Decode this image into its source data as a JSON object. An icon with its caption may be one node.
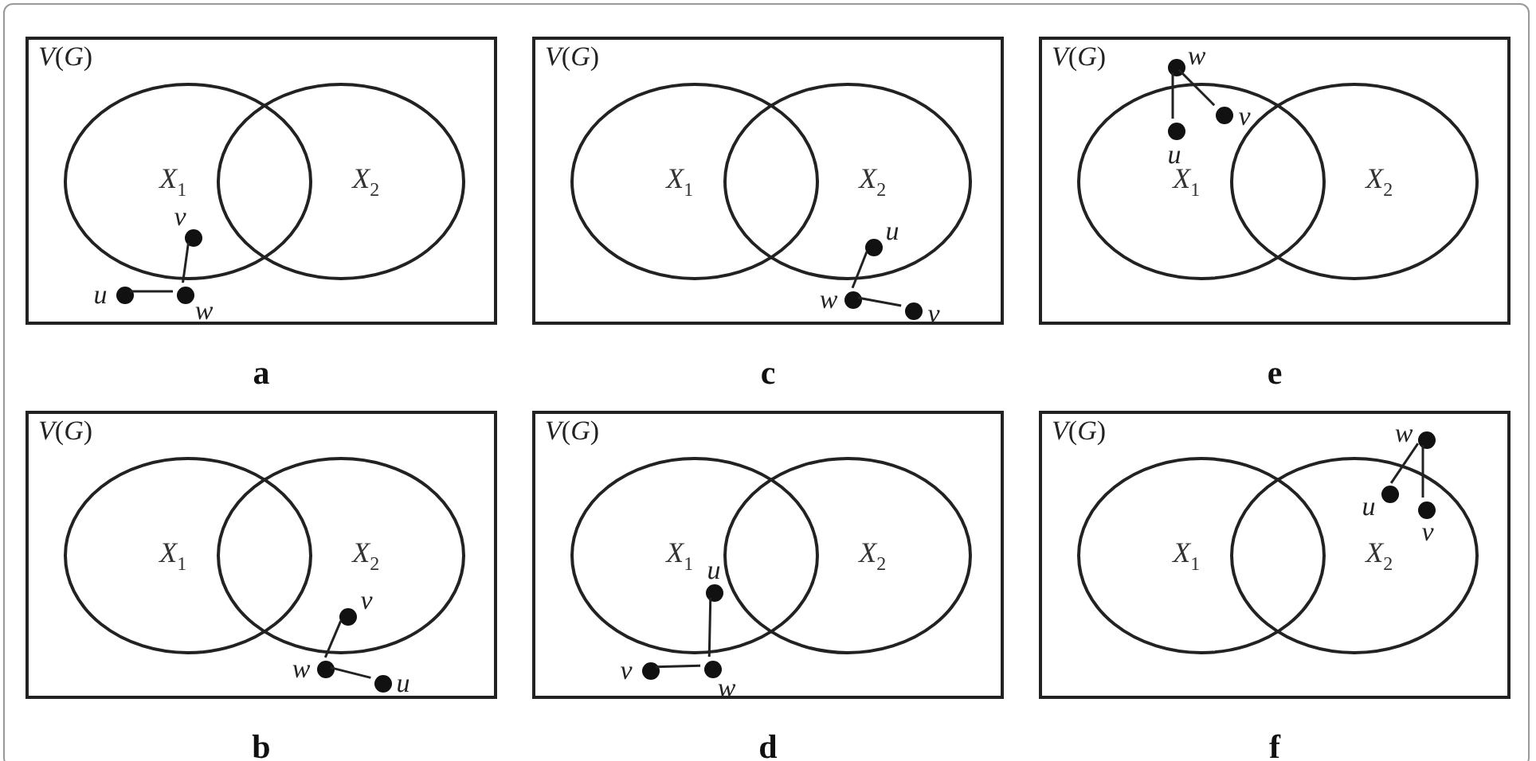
{
  "diagram": {
    "nodes": [
      {
        "text": [
          "*V*(*G*)"
        ],
        "beside": [
          "a"
        ]
      },
      {
        "text": [
          "*X*$_{1}$"
        ],
        "in": 0
      },
      {
        "text": [
          "*X*$_{2}$"
        ],
        "in": 0
      },
      {
        "text": [],
        "shape": "circle",
        "in": 1,
        "beside": [
          "v"
        ]
      },
      {
        "text": [],
        "shape": "circle",
        "in": 0,
        "beside": [
          "u"
        ]
      },
      {
        "text": [],
        "shape": "circle",
        "in": 0,
        "beside": [
          "w"
        ]
      },
      {
        "text": [
          "*V*(*G*)"
        ],
        "beside": [
          "c"
        ]
      },
      {
        "text": [
          "*X*$_{1}$"
        ],
        "in": 6
      },
      {
        "text": [
          "*X*$_{2}$"
        ],
        "in": 6
      },
      {
        "text": [],
        "shape": "circle",
        "in": 8,
        "beside": [
          "u"
        ]
      },
      {
        "text": [],
        "shape": "circle",
        "in": 6,
        "beside": [
          "w"
        ]
      },
      {
        "text": [],
        "shape": "circle",
        "in": 6,
        "beside": [
          "v"
        ]
      },
      {
        "text": [
          "*V*(*G*)"
        ],
        "beside": [
          "e"
        ]
      },
      {
        "text": [
          "*X*$_{1}$"
        ],
        "in": 12
      },
      {
        "text": [
          "*X*$_{2}$"
        ],
        "in": 12
      },
      {
        "text": [],
        "shape": "circle",
        "in": 12,
        "beside": [
          "w"
        ]
      },
      {
        "text": [],
        "shape": "circle",
        "in": 13,
        "beside": [
          "v"
        ]
      },
      {
        "text": [],
        "shape": "circle",
        "in": 13,
        "beside": [
          "u"
        ]
      },
      {
        "text": [
          "*V*(*G*)"
        ],
        "beside": [
          "b"
        ]
      },
      {
        "text": [
          "*X*$_{1}$"
        ],
        "in": 18
      },
      {
        "text": [
          "*X*$_{2}$"
        ],
        "in": 18
      },
      {
        "text": [],
        "shape": "circle",
        "in": 20,
        "beside": [
          "v"
        ]
      },
      {
        "text": [],
        "shape": "circle",
        "in": 18,
        "beside": [
          "w"
        ]
      },
      {
        "text": [],
        "shape": "circle",
        "in": 18,
        "beside": [
          "u"
        ]
      },
      {
        "text": [
          "*V*(*G*)"
        ],
        "beside": [
          "d"
        ]
      },
      {
        "text": [
          "*X*$_{1}$"
        ],
        "in": 24
      },
      {
        "text": [
          "*X*$_{2}$"
        ],
        "in": 24
      },
      {
        "text": [],
        "shape": "circle",
        "in": 25,
        "beside": [
          "u"
        ]
      },
      {
        "text": [],
        "shape": "circle",
        "in": 24,
        "beside": [
          "v"
        ]
      },
      {
        "text": [],
        "shape": "circle",
        "in": 24,
        "beside": [
          "w"
        ]
      },
      {
        "text": [
          "*V*(*G*)"
        ],
        "beside": [
          "f"
        ]
      },
      {
        "text": [
          "*X*$_{1}$"
        ],
        "in": 30
      },
      {
        "text": [
          "*X*$_{2}$"
        ],
        "in": 30
      },
      {
        "text": [],
        "shape": "circle",
        "in": 30,
        "beside": [
          "w"
        ]
      },
      {
        "text": [],
        "shape": "circle",
        "in": 32,
        "beside": [
          "u"
        ]
      },
      {
        "text": [],
        "shape": "circle",
        "in": 32,
        "beside": [
          "v"
        ]
      }
    ],
    "edges": [
      {
        "from": 4,
        "to": 5,
        "arrow": "none"
      },
      {
        "from": 5,
        "to": 3,
        "arrow": "none"
      },
      {
        "from": 9,
        "to": 10,
        "arrow": "none"
      },
      {
        "from": 10,
        "to": 11,
        "arrow": "none"
      },
      {
        "from": 15,
        "to": 17,
        "arrow": "none"
      },
      {
        "from": 15,
        "to": 16,
        "arrow": "none"
      },
      {
        "from": 21,
        "to": 22,
        "arrow": "none"
      },
      {
        "from": 22,
        "to": 23,
        "arrow": "none"
      },
      {
        "from": 27,
        "to": 29,
        "arrow": "none"
      },
      {
        "from": 28,
        "to": 29,
        "arrow": "none"
      },
      {
        "from": 33,
        "to": 34,
        "arrow": "none"
      },
      {
        "from": 33,
        "to": 35,
        "arrow": "none"
      }
    ]
  }
}
